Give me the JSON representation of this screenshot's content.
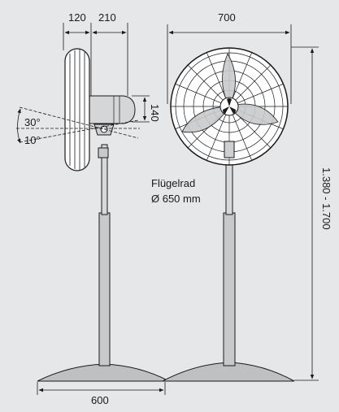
{
  "dimensions": {
    "head_depth": "120",
    "fan_offset": "210",
    "width": "700",
    "motor_height": "140",
    "tilt_up": "30°",
    "tilt_down": "10°",
    "height_range": "1.380 - 1.700",
    "base_width": "600"
  },
  "impeller": {
    "label": "Flügelrad",
    "diameter": "Ø 650 mm"
  },
  "colors": {
    "background": "#e6e7e9",
    "line": "#1a1a1a",
    "grille": "#ffffff",
    "pole": "#c8c9cb",
    "base": "#bfc0c2",
    "motor": "#d5d6d8"
  }
}
